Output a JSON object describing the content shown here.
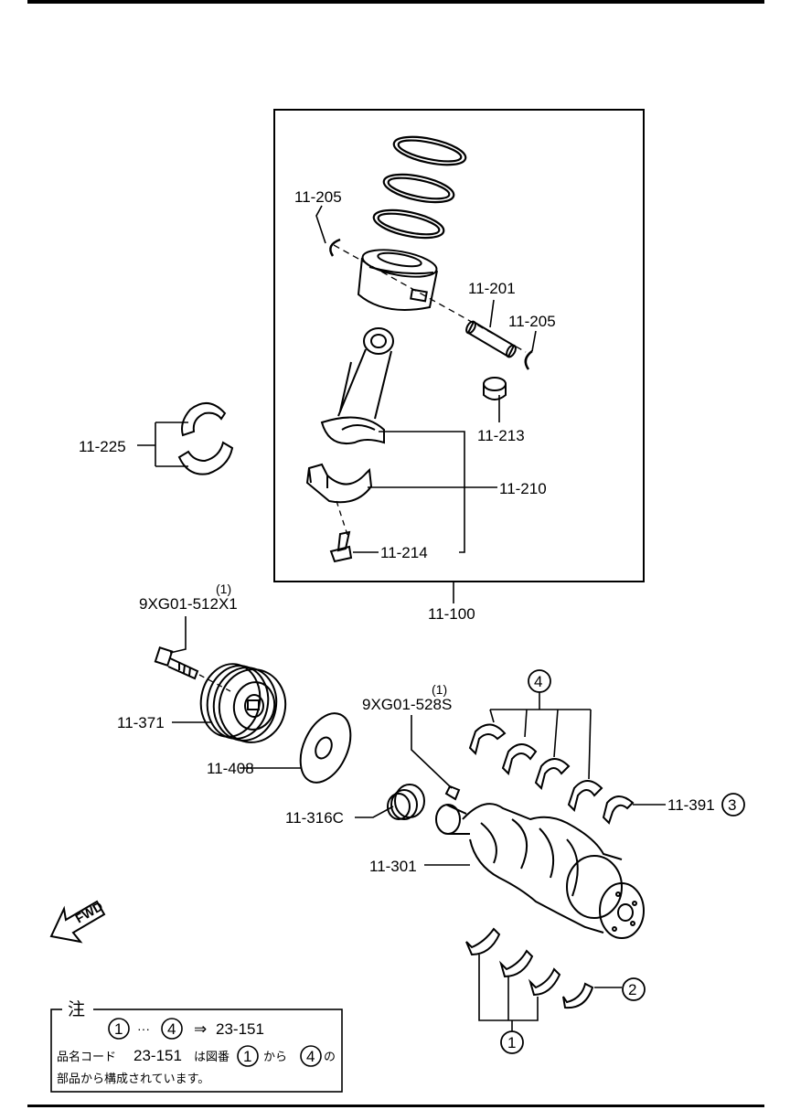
{
  "parts": {
    "piston_clip_upper": "11-205",
    "piston_pin": "11-201",
    "piston_clip_lower": "11-205",
    "small_end_bushing": "11-213",
    "rod_bearing": "11-225",
    "rod_cap": "11-210",
    "rod_bolt": "11-214",
    "piston_rod_assembly": "11-100",
    "pulley_bolt_qty": "(1)",
    "pulley_bolt": "9XG01-512X1",
    "crank_pulley": "11-371",
    "pulley_washer": "11-408",
    "key_qty": "(1)",
    "crank_key": "9XG01-528S",
    "crank_sprocket": "11-316C",
    "crankshaft": "11-301",
    "thrust_bearing": "11-391",
    "callout_1": "1",
    "callout_2": "2",
    "callout_3": "3",
    "callout_4": "4"
  },
  "note": {
    "heading": "注",
    "range_start": "1",
    "range_dots": "···",
    "range_end": "4",
    "arrow": "⇒",
    "target_code": "23-151",
    "line2_prefix": "品名コード",
    "line2_code": "23-151",
    "line2_mid": "は図番",
    "line2_from_num": "1",
    "line2_kara": "から",
    "line2_to_num": "4",
    "line2_no": "の",
    "line3": "部品から構成されています。"
  },
  "fwd_label": "FWD"
}
